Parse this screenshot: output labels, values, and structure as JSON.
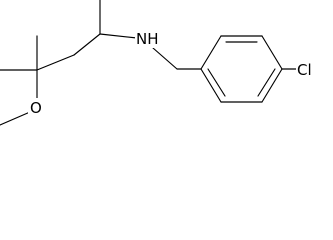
{
  "molecule": {
    "colors": {
      "bond": "#000000",
      "label": "#000000",
      "background": "#ffffff"
    },
    "atoms": {
      "nh": {
        "symbol": "NH"
      },
      "cl": {
        "symbol": "Cl"
      },
      "o": {
        "symbol": "O"
      }
    }
  }
}
